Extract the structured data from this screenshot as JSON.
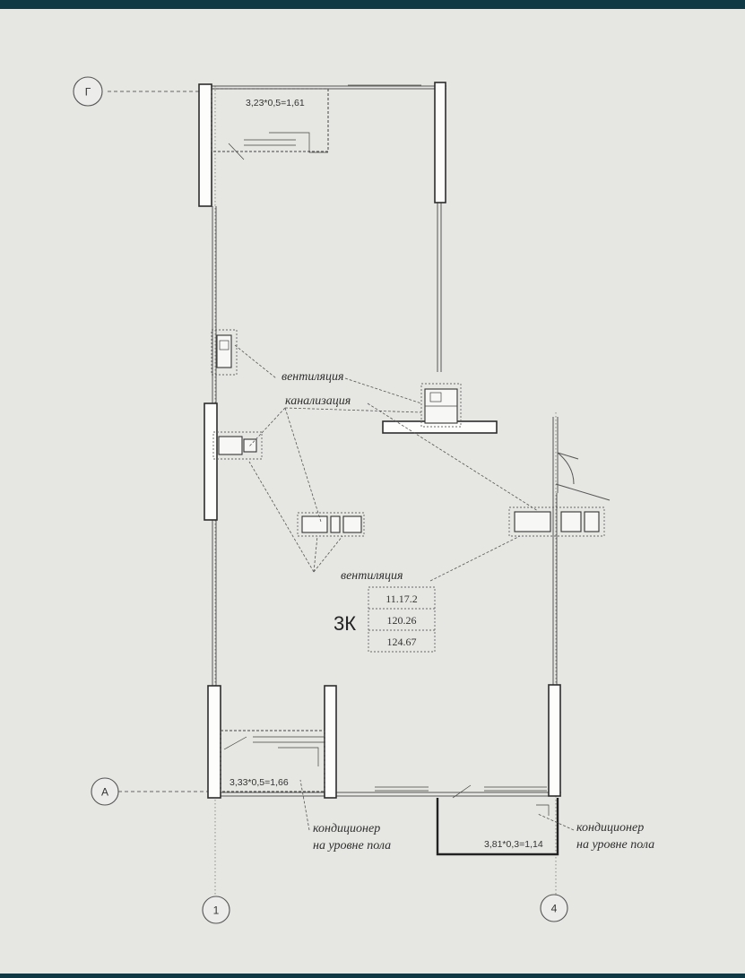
{
  "axes": {
    "g": "Г",
    "a": "А",
    "one": "1",
    "four": "4"
  },
  "balconies": {
    "top": "3,23*0,5=1,61",
    "bottom_left": "3,33*0,5=1,66",
    "bottom_right": "3,81*0,3=1,14"
  },
  "labels": {
    "ventilation_top": "вентиляция",
    "sewer": "канализация",
    "ventilation_bottom": "вентиляция",
    "ac_left_1": "кондиционер",
    "ac_left_2": "на уровне пола",
    "ac_right_1": "кондиционер",
    "ac_right_2": "на уровне пола"
  },
  "apartment": {
    "type": "3К",
    "values": [
      "11.17.2",
      "120.26",
      "124.67"
    ]
  }
}
